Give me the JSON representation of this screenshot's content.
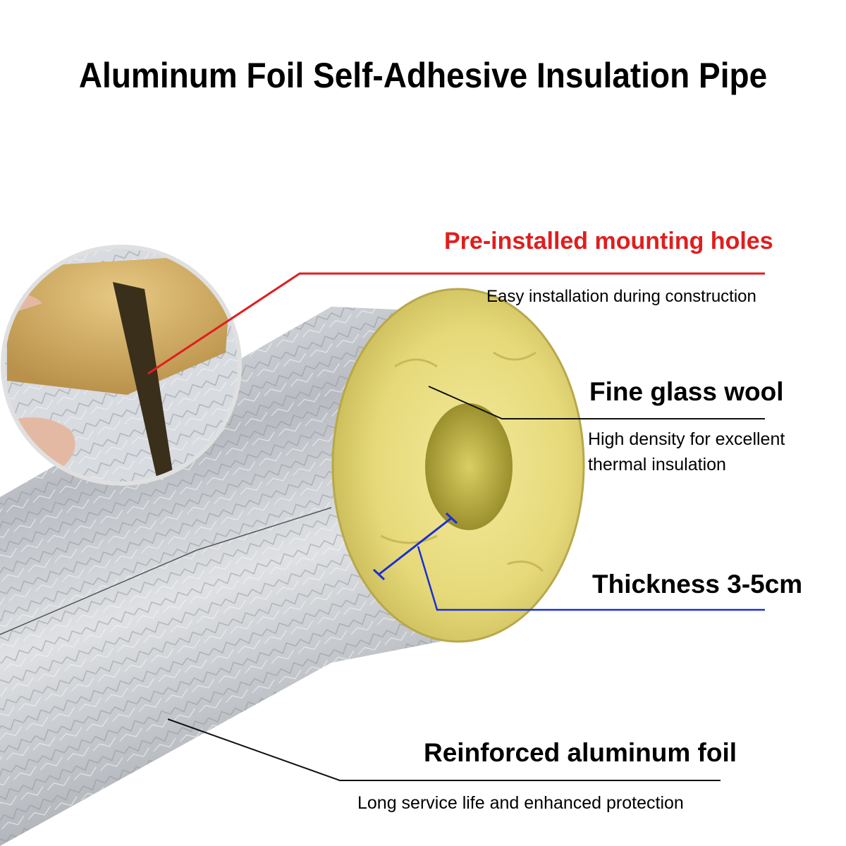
{
  "title": "Aluminum Foil Self-Adhesive Insulation Pipe",
  "callouts": {
    "mounting": {
      "heading": "Pre-installed mounting holes",
      "detail": "Easy installation during construction"
    },
    "glass_wool": {
      "heading": "Fine glass wool",
      "detail": "High density for excellent thermal insulation"
    },
    "thickness": {
      "heading": "Thickness 3-5cm"
    },
    "foil": {
      "heading": "Reinforced aluminum foil",
      "detail": "Long service life and enhanced protection"
    }
  },
  "colors": {
    "mounting_accent": "#e01e1e",
    "thickness_accent": "#1a2fd6",
    "leader_black": "#111111",
    "foil_silver": "#c9ccd1",
    "wool_yellow": "#e9df86"
  }
}
